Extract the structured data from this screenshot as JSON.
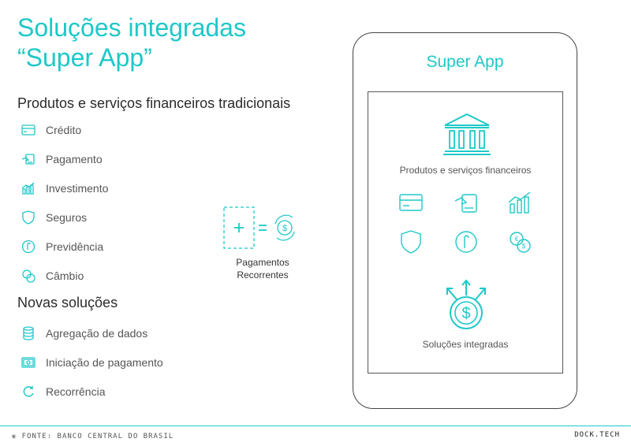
{
  "title": {
    "line1": "Soluções integradas",
    "line2": "“Super App”"
  },
  "section_traditional": {
    "heading": "Produtos e serviços financeiros tradicionais",
    "items": [
      {
        "label": "Crédito",
        "icon": "credit-card-icon"
      },
      {
        "label": "Pagamento",
        "icon": "payment-hand-icon"
      },
      {
        "label": "Investimento",
        "icon": "bar-chart-icon"
      },
      {
        "label": "Seguros",
        "icon": "shield-icon"
      },
      {
        "label": "Previdência",
        "icon": "pension-icon"
      },
      {
        "label": "Câmbio",
        "icon": "exchange-icon"
      }
    ]
  },
  "section_new": {
    "heading": "Novas soluções",
    "items": [
      {
        "label": "Agregação de dados",
        "icon": "database-icon"
      },
      {
        "label": "Iniciação de pagamento",
        "icon": "banknote-icon"
      },
      {
        "label": "Recorrência",
        "icon": "refresh-icon"
      }
    ]
  },
  "middle": {
    "line1": "Pagamentos",
    "line2": "Recorrentes"
  },
  "phone": {
    "title": "Super App",
    "top_caption": "Produtos e serviços financeiros",
    "bottom_caption": "Soluções integradas"
  },
  "footer": {
    "source": "FONTE: BANCO CENTRAL DO BRASIL",
    "brand": "DOCK.TECH"
  },
  "colors": {
    "accent": "#1ec8c8",
    "text": "#333333"
  }
}
